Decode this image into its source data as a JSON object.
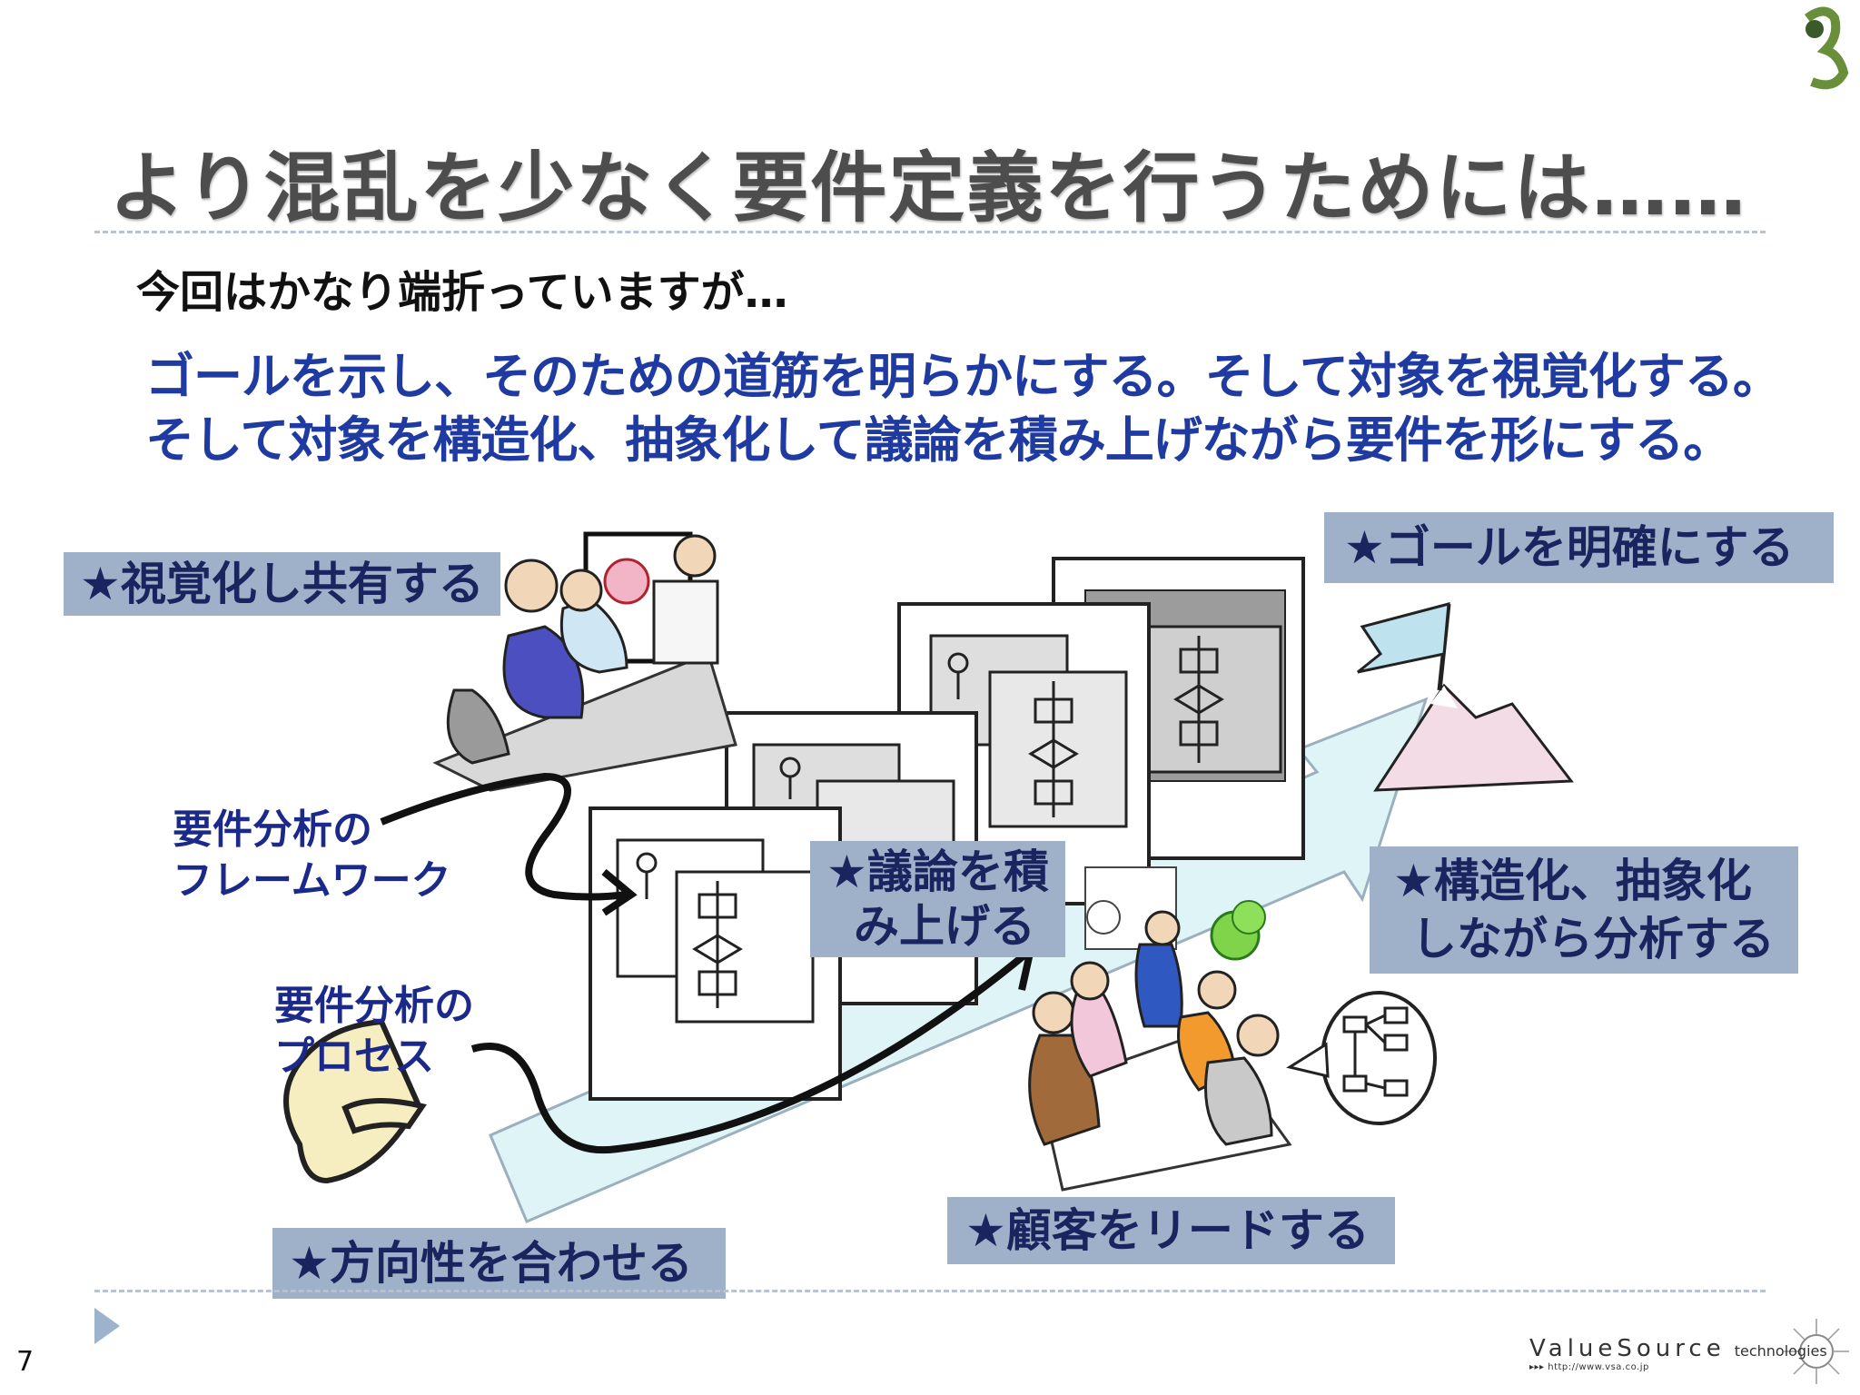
{
  "slide": {
    "title": "より混乱を少なく要件定義を行うためには……",
    "subtitle": "今回はかなり端折っていますが…",
    "message_line1": "ゴールを示し、そのための道筋を明らかにする。そして対象を視覚化する。",
    "message_line2": "そして対象を構造化、抽象化して議論を積み上げながら要件を形にする。",
    "page_number": "7"
  },
  "labels": {
    "visualize": "★視覚化し共有する",
    "goal": "★ゴールを明確にする",
    "discuss_line1": "★議論を積",
    "discuss_line2": "み上げる",
    "structure_line1": "★構造化、抽象化",
    "structure_line2": "しながら分析する",
    "lead": "★顧客をリードする",
    "direction": "★方向性を合わせる"
  },
  "pointers": {
    "framework_line1": "要件分析の",
    "framework_line2": "フレームワーク",
    "process_line1": "要件分析の",
    "process_line2": "プロセス"
  },
  "footer": {
    "brand": "ValueSource",
    "brand_suffix": "technologies",
    "url": "▸▸▸ http://www.vsa.co.jp"
  },
  "colors": {
    "label_bg": "#9fb1c8",
    "label_text": "#1a2560",
    "message_text": "#1f3aa0",
    "title_text": "#4d4d4d",
    "path_fill": "#dff4f6"
  }
}
